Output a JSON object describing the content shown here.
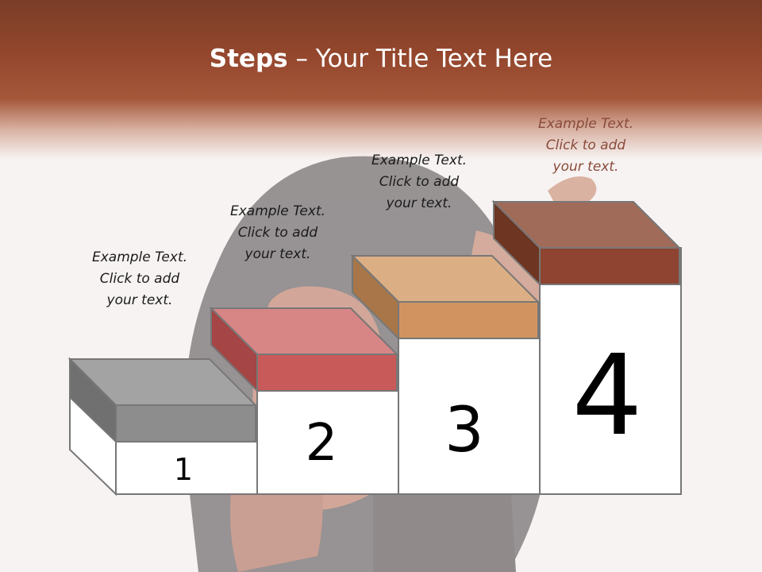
{
  "title": {
    "bold": "Steps",
    "rest": " – Your Title Text Here"
  },
  "steps": [
    {
      "number": "1",
      "caption": "Example Text.\nClick  to add\nyour text.",
      "color": "#8a8a8a"
    },
    {
      "number": "2",
      "caption": "Example Text.\nClick  to add\nyour text.",
      "color": "#c95a5a"
    },
    {
      "number": "3",
      "caption": "Example Text.\nClick  to add\nyour text.",
      "color": "#d19460"
    },
    {
      "number": "4",
      "caption": "Example Text.\nClick  to add\nyour text.",
      "color": "#8e4431"
    }
  ],
  "colors": {
    "header": "#94472d",
    "background": "#f7f3f2"
  },
  "background_image": "person-hugging-knees-photo"
}
